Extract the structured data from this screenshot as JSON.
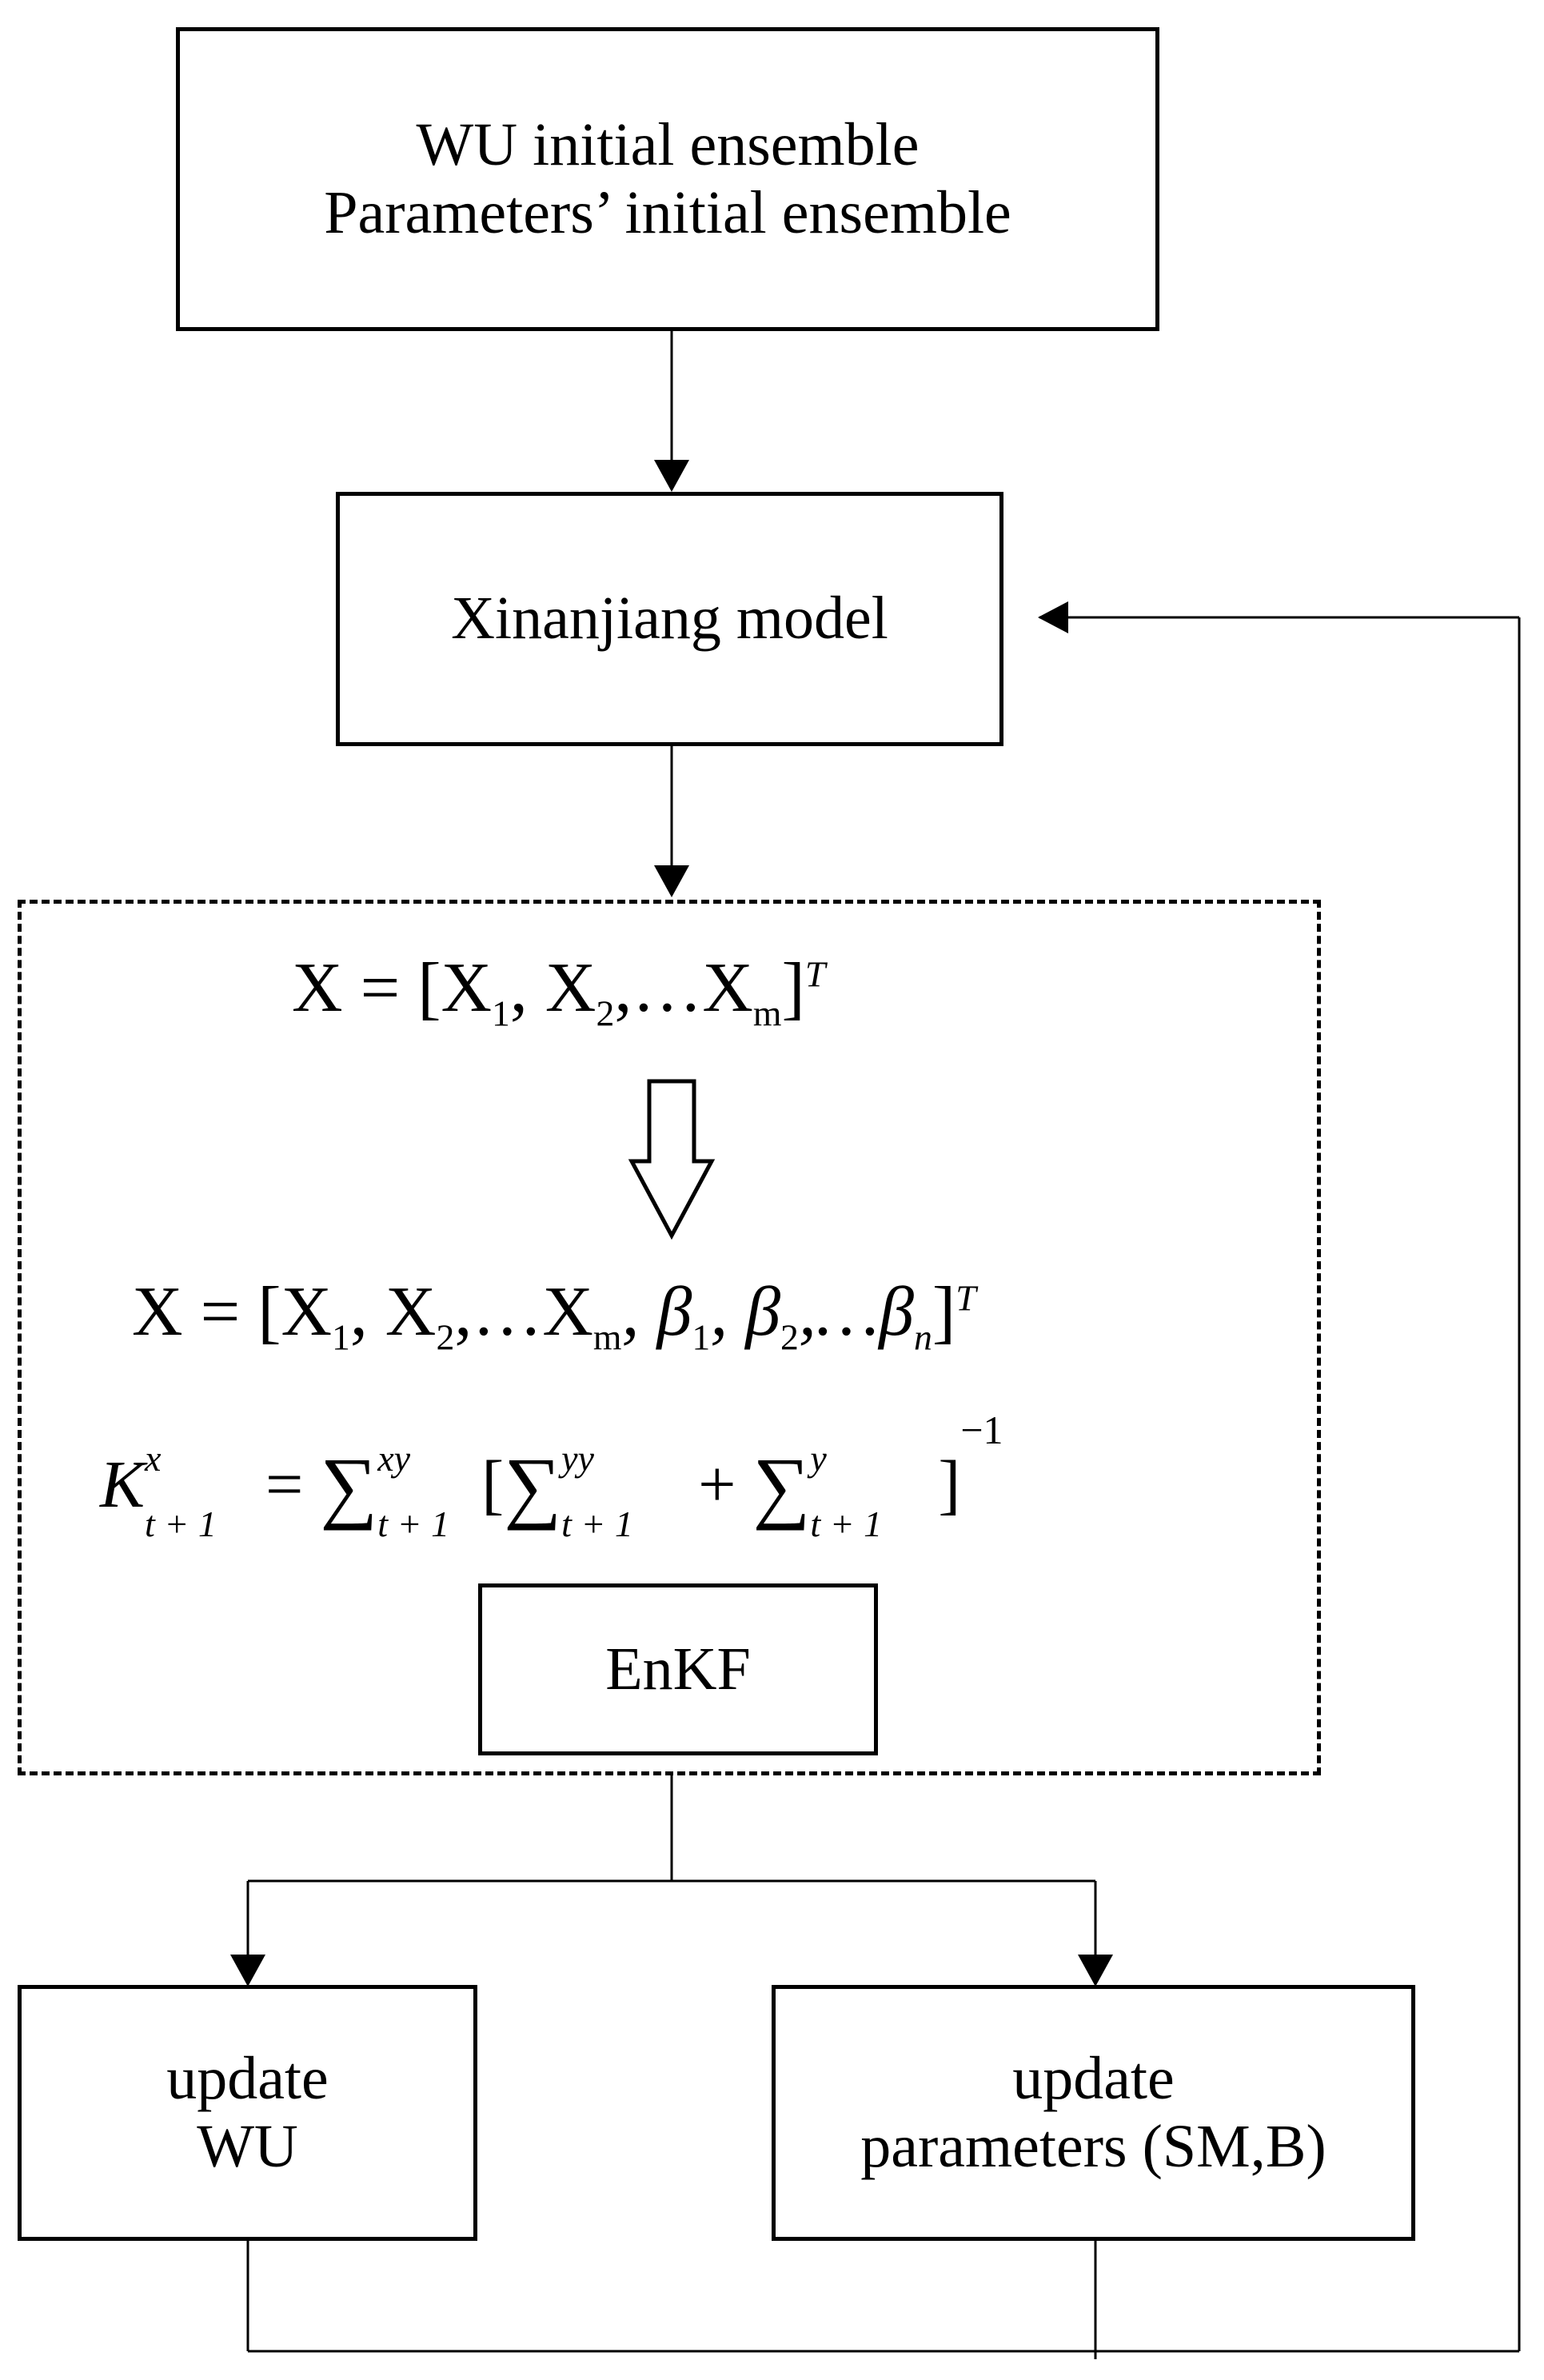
{
  "nodes": {
    "init": {
      "line1": "WU initial  ensemble",
      "line2": "Parameters’ initial  ensemble"
    },
    "model": {
      "label": "Xinanjiang model"
    },
    "enkf": {
      "label": "EnKF"
    },
    "update_wu": {
      "line1": "update",
      "line2": "WU"
    },
    "update_params": {
      "line1": "update",
      "line2": "parameters (SM,B)"
    }
  },
  "equations": {
    "state_vector": {
      "lhs": "X",
      "open": "= [X",
      "s1": "1",
      "m2": ", X",
      "s2": "2",
      "m3": ",…X",
      "s3": "m",
      "close": "]",
      "sup": "T"
    },
    "augmented_vector": {
      "lhs": "X",
      "open": "= [X",
      "s1": "1",
      "m2": ", X",
      "s2": "2",
      "m3": ",…X",
      "s3": "m",
      "b1": ", β",
      "bs1": "1",
      "b2": ", β",
      "bs2": "2",
      "b3": ",…β",
      "bs3": "n",
      "close": "]",
      "sup": "T"
    },
    "kalman_gain": {
      "k": "K",
      "ksup": "x",
      "ksub": "t + 1",
      "eq": "=",
      "sig1_sup": "xy",
      "sig1_sub": "t + 1",
      "bracket_open": "[",
      "sig2_sup": "yy",
      "sig2_sub": "t + 1",
      "plus": "+",
      "sig3_sup": "y",
      "sig3_sub": "t + 1",
      "bracket_close": "]",
      "exp": "−1"
    }
  },
  "icons": {
    "transform_arrow": "hollow-down-arrow"
  }
}
